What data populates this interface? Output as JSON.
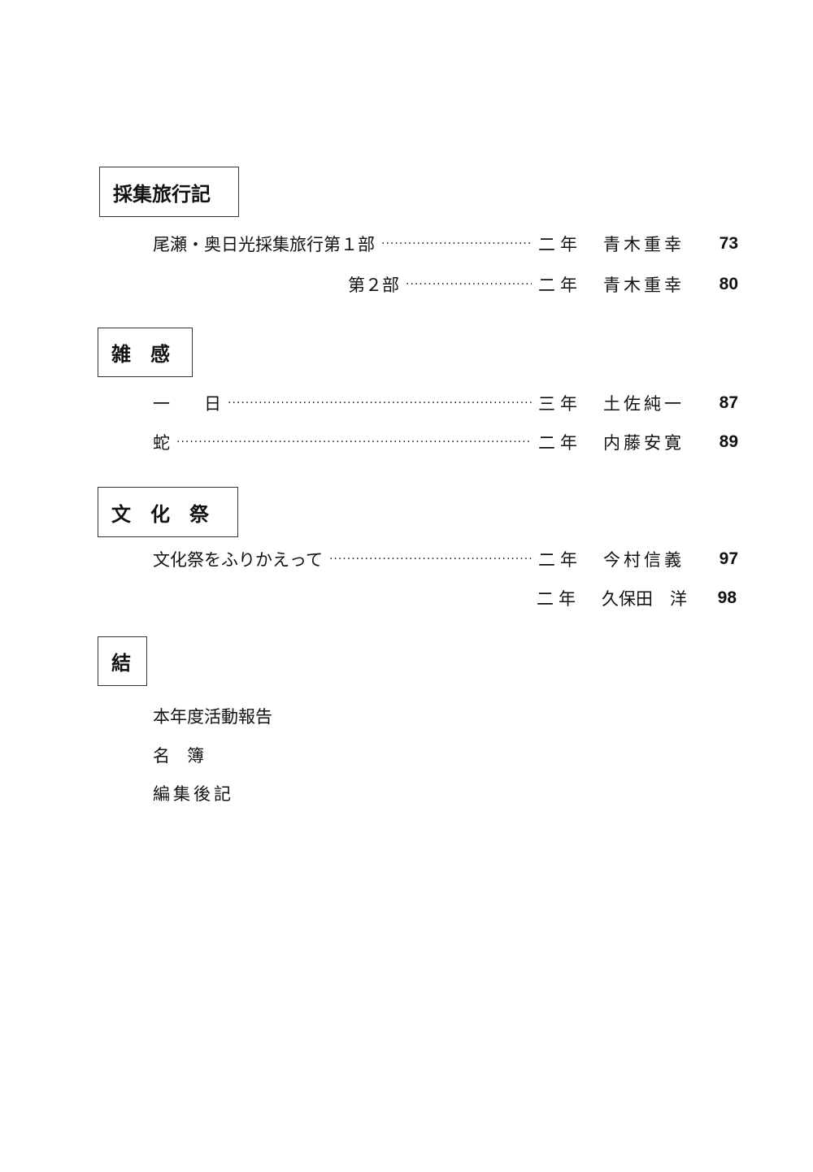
{
  "sections": [
    {
      "heading": "採集旅行記",
      "entries": [
        {
          "title": "尾瀬・奥日光採集旅行第１部",
          "grade": "二年",
          "author": "青木重幸",
          "page": "73"
        },
        {
          "title": "第２部",
          "grade": "二年",
          "author": "青木重幸",
          "page": "80"
        }
      ]
    },
    {
      "heading": "雑　感",
      "entries": [
        {
          "title": "一　　日",
          "grade": "三年",
          "author": "土佐純一",
          "page": "87"
        },
        {
          "title": "蛇",
          "grade": "二年",
          "author": "内藤安寛",
          "page": "89"
        }
      ]
    },
    {
      "heading": "文　化　祭",
      "entries": [
        {
          "title": "文化祭をふりかえって",
          "grade": "二年",
          "author": "今村信義",
          "page": "97"
        },
        {
          "title": "",
          "grade": "二年",
          "author": "久保田　洋",
          "page": "98"
        }
      ]
    },
    {
      "heading": "結",
      "items": [
        "本年度活動報告",
        "名　簿",
        "編集後記"
      ]
    }
  ]
}
